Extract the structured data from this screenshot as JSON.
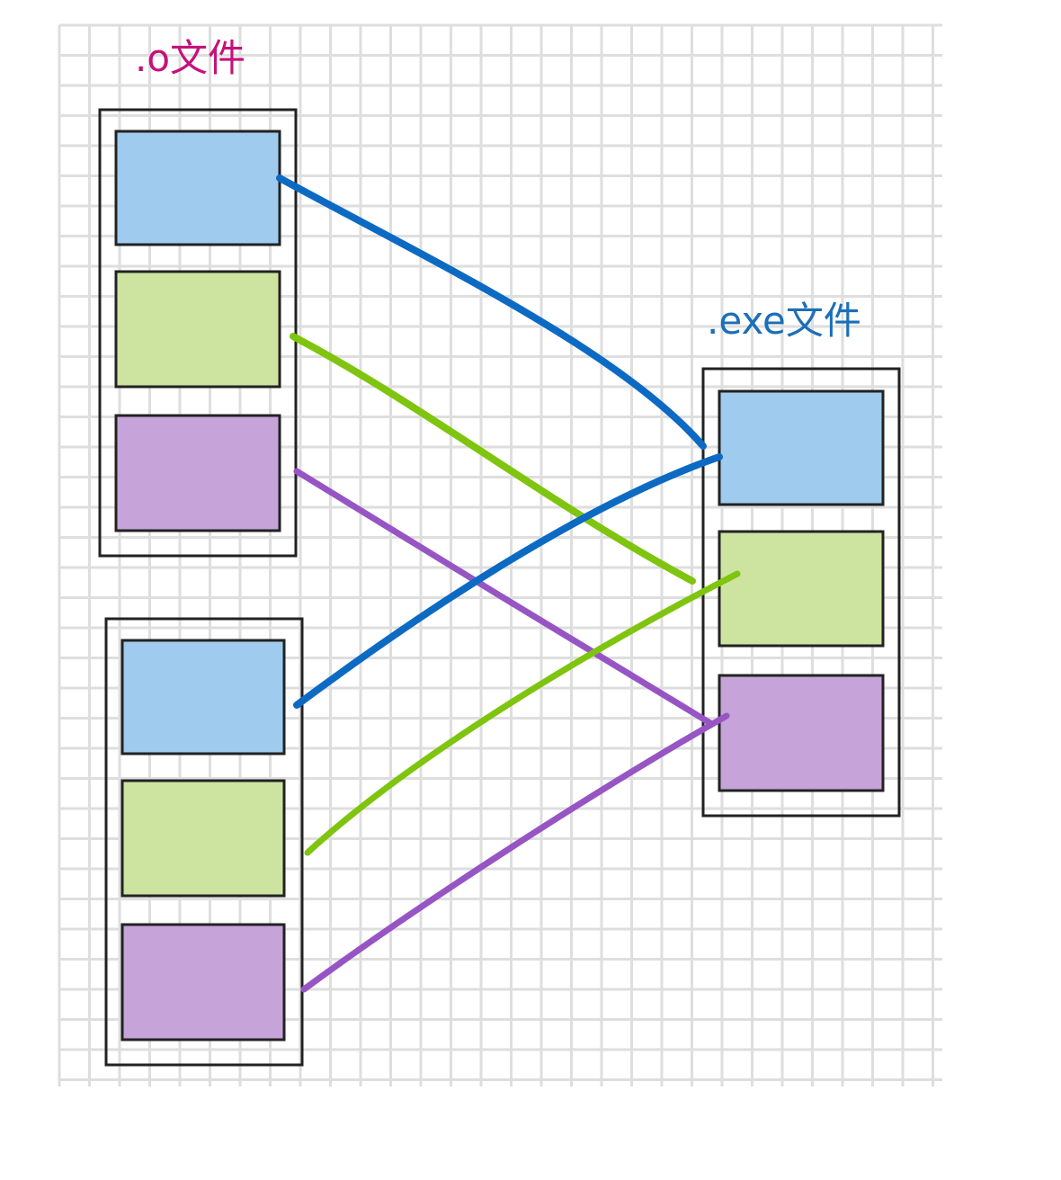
{
  "labels": {
    "object_file": ".o文件",
    "exe_file": ".exe文件"
  },
  "colors": {
    "grid": "#dedede",
    "background": "#ffffff",
    "border": "#222222",
    "label_object_file": "#c4127a",
    "label_exe_file": "#1a6fb8",
    "block_blue": "#9ecbee",
    "block_green": "#cde4a0",
    "block_purple": "#c6a3d8",
    "line_blue": "#0d6ac3",
    "line_green": "#7fc40e",
    "line_purple": "#9755c4"
  },
  "diagram": {
    "groups": [
      {
        "id": "object-file-1",
        "sections": [
          "blue",
          "green",
          "purple"
        ]
      },
      {
        "id": "object-file-2",
        "sections": [
          "blue",
          "green",
          "purple"
        ]
      },
      {
        "id": "exe-file",
        "sections": [
          "blue",
          "green",
          "purple"
        ]
      }
    ],
    "links": [
      {
        "from": "object-file-1",
        "section": "blue",
        "to": "exe-file"
      },
      {
        "from": "object-file-1",
        "section": "green",
        "to": "exe-file"
      },
      {
        "from": "object-file-1",
        "section": "purple",
        "to": "exe-file"
      },
      {
        "from": "object-file-2",
        "section": "blue",
        "to": "exe-file"
      },
      {
        "from": "object-file-2",
        "section": "green",
        "to": "exe-file"
      },
      {
        "from": "object-file-2",
        "section": "purple",
        "to": "exe-file"
      }
    ]
  }
}
